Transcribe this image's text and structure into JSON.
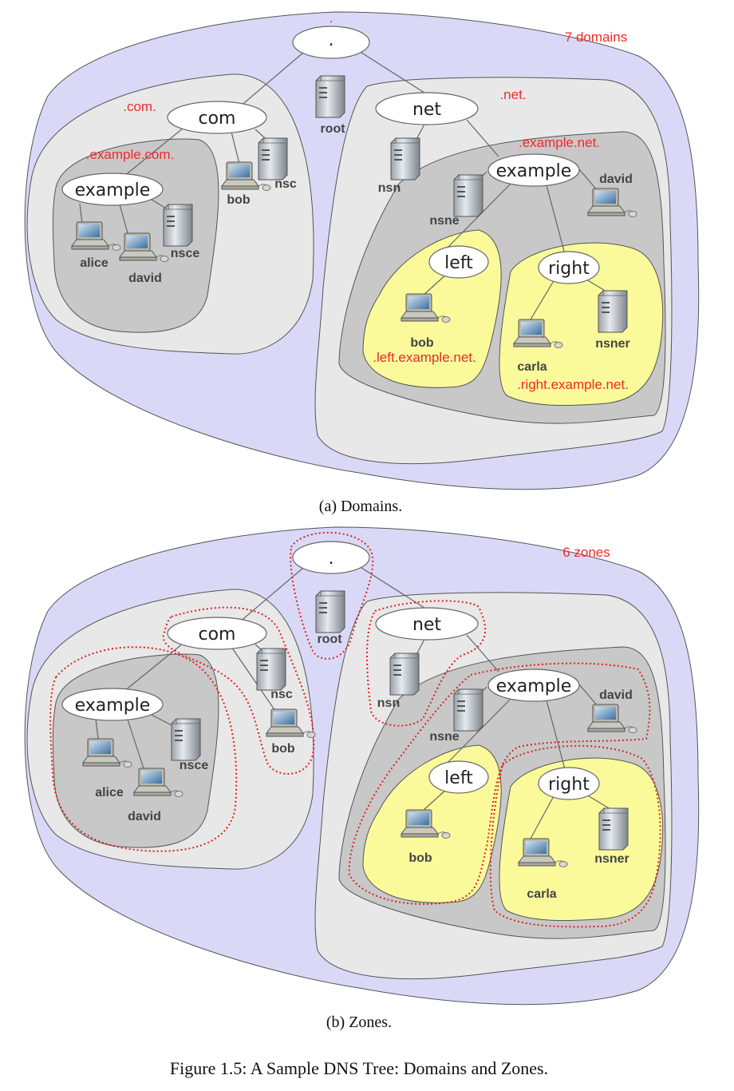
{
  "diagram_a": {
    "caption": "(a) Domains.",
    "count_label": "7 domains",
    "root_dot_label": ".",
    "nodes": {
      "root": ".",
      "com": "com",
      "net": "net",
      "example_com": "example",
      "example_net": "example",
      "left": "left",
      "right": "right"
    },
    "hosts": {
      "root": "root",
      "nsc": "nsc",
      "bob_com": "bob",
      "alice": "alice",
      "david_com": "david",
      "nsce": "nsce",
      "nsn": "nsn",
      "nsne": "nsne",
      "david_net": "david",
      "bob_left": "bob",
      "carla": "carla",
      "nsner": "nsner"
    },
    "domain_labels": {
      "com": ".com.",
      "example_com": ".example.com.",
      "net": ".net.",
      "example_net": ".example.net.",
      "left": ".left.example.net.",
      "right": ".right.example.net."
    }
  },
  "diagram_b": {
    "caption": "(b) Zones.",
    "count_label": "6 zones",
    "nodes": {
      "root": ".",
      "com": "com",
      "net": "net",
      "example_com": "example",
      "example_net": "example",
      "left": "left",
      "right": "right"
    },
    "hosts": {
      "root": "root",
      "nsc": "nsc",
      "bob_com": "bob",
      "alice": "alice",
      "david_com": "david",
      "nsce": "nsce",
      "nsn": "nsn",
      "nsne": "nsne",
      "david_net": "david",
      "bob_left": "bob",
      "carla": "carla",
      "nsner": "nsner"
    }
  },
  "figure_caption": "Figure 1.5: A Sample DNS Tree: Domains and Zones.",
  "colors": {
    "outer": "#d9d9f7",
    "level1": "#e8e8e8",
    "level2": "#c8c8c8",
    "leaf": "#fafa9a",
    "red": "#ee2a2a"
  }
}
